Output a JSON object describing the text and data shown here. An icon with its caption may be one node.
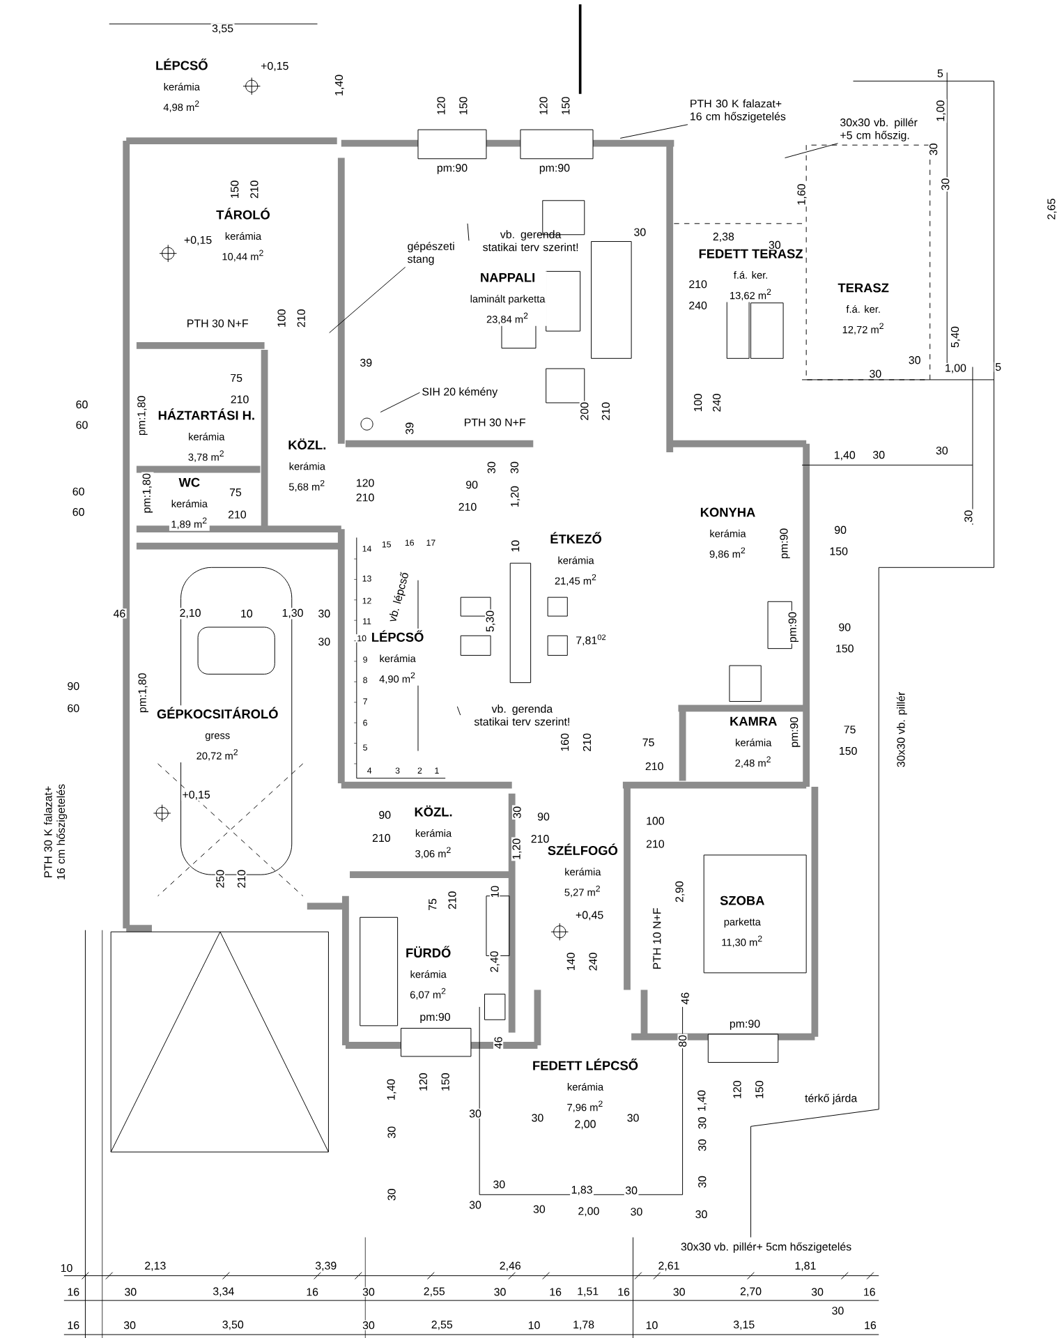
{
  "diagram": {
    "nodes": [
      {
        "text": [
          "LÉPCSŐ",
          "kerámia",
          "4,98 m$^{2}$"
        ]
      },
      {
        "text": [
          "TÁROLÓ",
          "kerámia",
          "10,44 m$^{2}$"
        ]
      },
      {
        "text": [
          "NAPPALI",
          "laminált parketta",
          "23,84 m$^{2}$"
        ]
      },
      {
        "text": [
          "FEDETT TERASZ",
          "f.á. ker.",
          "13,62 m$^{2}$"
        ]
      },
      {
        "text": [
          "TERASZ",
          "f.á. ker.",
          "12,72 m$^{2}$"
        ]
      },
      {
        "text": [
          "HÁZTARTÁSI H.",
          "kerámia",
          "3,78 m$^{2}$"
        ]
      },
      {
        "text": [
          "KÖZL.",
          "kerámia",
          "5,68 m$^{2}$"
        ]
      },
      {
        "text": [
          "WC",
          "kerámia",
          "1,89 m$^{2}$"
        ]
      },
      {
        "text": [
          "ÉTKEZŐ",
          "kerámia",
          "21,45 m$^{2}$"
        ]
      },
      {
        "text": [
          "KONYHA",
          "kerámia",
          "9,86 m$^{2}$"
        ]
      },
      {
        "text": [
          "LÉPCSŐ",
          "kerámia",
          "4,90 m$^{2}$"
        ]
      },
      {
        "text": [
          "GÉPKOCSITÁROLÓ",
          "gress",
          "20,72 m$^{2}$"
        ]
      },
      {
        "text": [
          "KAMRA",
          "kerámia",
          "2,48 m$^{2}$"
        ]
      },
      {
        "text": [
          "KÖZL.",
          "kerámia",
          "3,06 m$^{2}$"
        ]
      },
      {
        "text": [
          "SZÉLFOGÓ",
          "kerámia",
          "5,27 m$^{2}$"
        ]
      },
      {
        "text": [
          "SZOBA",
          "parketta",
          "11,30 m$^{2}$"
        ]
      },
      {
        "text": [
          "FÜRDŐ",
          "kerámia",
          "6,07 m$^{2}$"
        ]
      },
      {
        "text": [
          "FEDETT LÉPCSŐ",
          "kerámia",
          "7,96 m$^{2}$"
        ]
      },
      {
        "text": [
          "gépészeti stang"
        ]
      },
      {
        "text": [
          "vb. gerenda statikai terv szerint!"
        ]
      },
      {
        "text": [
          "SIH 20 kémény"
        ]
      },
      {
        "text": [
          "vb. gerenda statikai terv szerint!"
        ]
      },
      {
        "text": [
          "PTH 30 K falazat+ 16 cm hőszigetelés"
        ]
      },
      {
        "text": [
          "30x30 vb. pillér +5 cm hőszig."
        ]
      }
    ],
    "edges": [
      {
        "from": 18,
        "to": null,
        "arrow": "none"
      },
      {
        "from": 19,
        "to": null,
        "arrow": "none"
      },
      {
        "from": 20,
        "to": null,
        "arrow": "none"
      },
      {
        "from": 21,
        "to": null,
        "arrow": "none"
      },
      {
        "from": 22,
        "to": null,
        "arrow": "none"
      },
      {
        "from": 23,
        "to": null,
        "arrow": "none"
      }
    ],
    "labels": [
      "3,55",
      "+0,15",
      "1,40",
      "120",
      "150",
      "120",
      "150",
      "5",
      "1,00",
      "30",
      "30",
      "2,65",
      "pm:90",
      "pm:90",
      "150",
      "210",
      "1,60",
      "+0,15",
      "30",
      "2,38",
      "30",
      "210",
      "240",
      "PTH 30 N+F",
      "100",
      "210",
      "5,40",
      "39",
      "30",
      "30",
      "1,00",
      "5",
      "75",
      "210",
      "60",
      "60",
      "pm:1,80",
      "39",
      "PTH 30 N+F",
      "200",
      "210",
      "100",
      "240",
      "1,40",
      "30",
      "30",
      "30",
      "30",
      "120",
      "210",
      "90",
      "210",
      "60",
      "60",
      "pm:1,80",
      "75",
      "210",
      "1,20",
      "30",
      "90",
      "150",
      "pm:90",
      "10",
      "14",
      "15",
      "16",
      "17",
      "13",
      "12",
      "11",
      "10",
      "9",
      "8",
      "7",
      "6",
      "5",
      "4",
      "3",
      "2",
      "1",
      "vb. lépcső",
      "46",
      "2,10",
      "10",
      "1,30",
      "30",
      "5,30",
      "pm:90",
      "90",
      "30",
      "7,81$^{02}$",
      "150",
      "90",
      "pm:1,80",
      "60",
      "30x30 vb. pillér",
      "75",
      "pm:90",
      "160",
      "210",
      "75",
      "150",
      "210",
      "+0,15",
      "90",
      "30",
      "90",
      "100",
      "PTH 30 K falazat+ 16 cm hőszigetelés",
      "210",
      "210",
      "210",
      "1,20",
      "250",
      "210",
      "2,90",
      "10",
      "75",
      "210",
      "+0,45",
      "PTH 10 N+F",
      "2,40",
      "140",
      "240",
      "46",
      "pm:90",
      "pm:90",
      "46",
      "80",
      "1,40",
      "120",
      "150",
      "1,40",
      "120",
      "150",
      "térkő járda",
      "30",
      "30",
      "30",
      "2,00",
      "30",
      "30",
      "30",
      "30",
      "30",
      "1,83",
      "30",
      "30",
      "30",
      "30",
      "2,00",
      "30",
      "30",
      "30x30 vb. pillér+ 5cm hőszigetelés",
      "10",
      "2,13",
      "3,39",
      "2,46",
      "2,61",
      "1,81",
      "16",
      "30",
      "3,34",
      "16",
      "30",
      "2,55",
      "30",
      "16",
      "1,51",
      "16",
      "30",
      "2,70",
      "30",
      "16",
      "30",
      "16",
      "30",
      "3,50",
      "30",
      "2,55",
      "10",
      "1,78",
      "10",
      "3,15",
      "16"
    ]
  }
}
